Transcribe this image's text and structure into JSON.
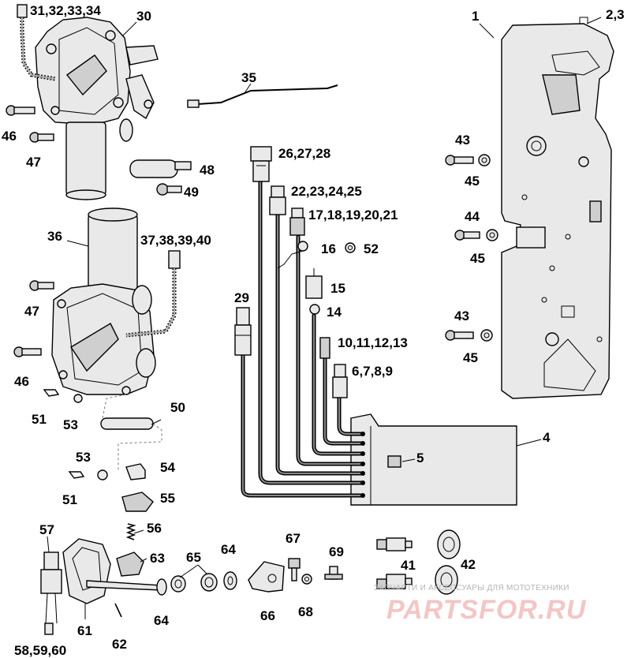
{
  "diagram": {
    "callouts": [
      {
        "key": "c1",
        "text": "1"
      },
      {
        "key": "c2",
        "text": "2,3"
      },
      {
        "key": "c4",
        "text": "4"
      },
      {
        "key": "c5",
        "text": "5"
      },
      {
        "key": "c6",
        "text": "6,7,8,9"
      },
      {
        "key": "c10",
        "text": "10,11,12,13"
      },
      {
        "key": "c14",
        "text": "14"
      },
      {
        "key": "c15",
        "text": "15"
      },
      {
        "key": "c16",
        "text": "16"
      },
      {
        "key": "c17",
        "text": "17,18,19,20,21"
      },
      {
        "key": "c22",
        "text": "22,23,24,25"
      },
      {
        "key": "c26",
        "text": "26,27,28"
      },
      {
        "key": "c29",
        "text": "29"
      },
      {
        "key": "c30",
        "text": "30"
      },
      {
        "key": "c31",
        "text": "31,32,33,34"
      },
      {
        "key": "c35",
        "text": "35"
      },
      {
        "key": "c36",
        "text": "36"
      },
      {
        "key": "c37",
        "text": "37,38,39,40"
      },
      {
        "key": "c41",
        "text": "41"
      },
      {
        "key": "c42",
        "text": "42"
      },
      {
        "key": "c43a",
        "text": "43"
      },
      {
        "key": "c43b",
        "text": "43"
      },
      {
        "key": "c44",
        "text": "44"
      },
      {
        "key": "c45a",
        "text": "45"
      },
      {
        "key": "c45b",
        "text": "45"
      },
      {
        "key": "c45c",
        "text": "45"
      },
      {
        "key": "c46a",
        "text": "46"
      },
      {
        "key": "c46b",
        "text": "46"
      },
      {
        "key": "c47a",
        "text": "47"
      },
      {
        "key": "c47b",
        "text": "47"
      },
      {
        "key": "c48",
        "text": "48"
      },
      {
        "key": "c49",
        "text": "49"
      },
      {
        "key": "c50",
        "text": "50"
      },
      {
        "key": "c51a",
        "text": "51"
      },
      {
        "key": "c51b",
        "text": "51"
      },
      {
        "key": "c52",
        "text": "52"
      },
      {
        "key": "c53a",
        "text": "53"
      },
      {
        "key": "c53b",
        "text": "53"
      },
      {
        "key": "c54",
        "text": "54"
      },
      {
        "key": "c55",
        "text": "55"
      },
      {
        "key": "c56",
        "text": "56"
      },
      {
        "key": "c57",
        "text": "57"
      },
      {
        "key": "c58",
        "text": "58,59,60"
      },
      {
        "key": "c61",
        "text": "61"
      },
      {
        "key": "c62",
        "text": "62"
      },
      {
        "key": "c63",
        "text": "63"
      },
      {
        "key": "c64a",
        "text": "64"
      },
      {
        "key": "c64b",
        "text": "64"
      },
      {
        "key": "c65",
        "text": "65"
      },
      {
        "key": "c66",
        "text": "66"
      },
      {
        "key": "c67",
        "text": "67"
      },
      {
        "key": "c68",
        "text": "68"
      },
      {
        "key": "c69",
        "text": "69"
      }
    ]
  },
  "watermark": {
    "caption": "ЗАПЧАСТИ И АКСЕССУАРЫ ДЛЯ МОТОТЕХНИКИ",
    "brand": "PARTSFOR.RU",
    "color": "#e05a5a"
  }
}
